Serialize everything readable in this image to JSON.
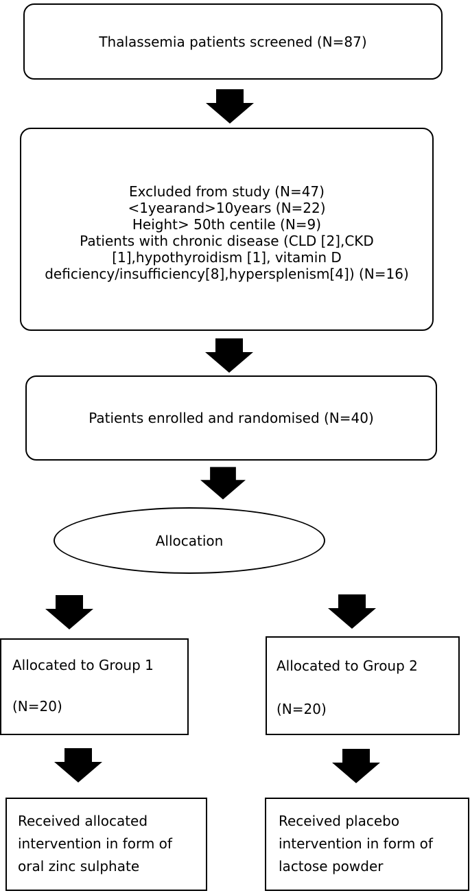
{
  "flowchart": {
    "screened": "Thalassemia patients screened (N=87)",
    "excluded": {
      "lines": [
        "Excluded from study (N=47)",
        "<1yearand>10years (N=22)",
        "Height> 50th centile (N=9)",
        "Patients with chronic disease (CLD [2],CKD",
        "[1],hypothyroidism [1], vitamin D",
        "deficiency/insufficiency[8],hypersplenism[4]) (N=16)"
      ]
    },
    "enrolled": "Patients enrolled and randomised (N=40)",
    "allocation": "Allocation",
    "group1": {
      "title": "Allocated to Group 1",
      "count": "(N=20)",
      "received_lines": [
        "Received allocated",
        "intervention in form of",
        "oral zinc sulphate"
      ]
    },
    "group2": {
      "title": "Allocated to Group 2",
      "count": "(N=20)",
      "received_lines": [
        "Received placebo",
        "intervention in form of",
        "lactose powder"
      ]
    }
  }
}
